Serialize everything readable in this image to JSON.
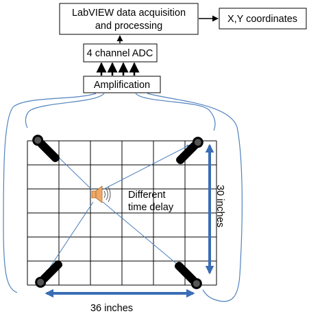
{
  "blocks": {
    "labview_line1": "LabVIEW data acquisition",
    "labview_line2": "and processing",
    "output": "X,Y coordinates",
    "adc": "4 channel ADC",
    "amplification": "Amplification"
  },
  "grid": {
    "columns": 6,
    "rows": 6
  },
  "labels": {
    "delay_line1": "Different",
    "delay_line2": "time delay",
    "height": "30 inches",
    "width": "36 inches"
  },
  "colors": {
    "box_stroke": "#000000",
    "arrow_black": "#000000",
    "grid_line": "#000000",
    "signal_arrow": "#4a7ebb",
    "dimension_arrow": "#3a6db5",
    "cable": "#4f81bd",
    "speaker": "#f0a868",
    "microphone": "#000000"
  },
  "icons": {
    "microphone": "microphone-icon",
    "speaker": "speaker-icon"
  }
}
